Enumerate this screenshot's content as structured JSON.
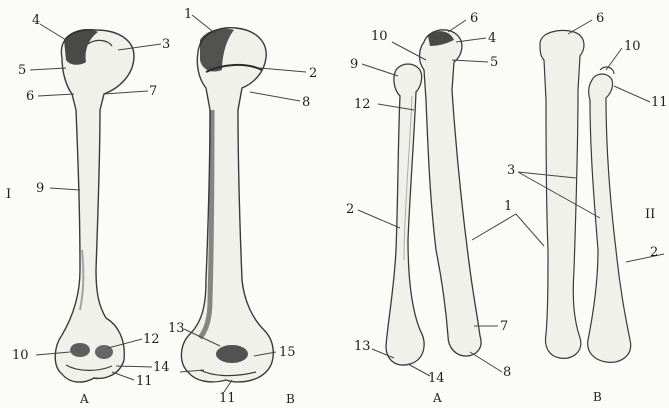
{
  "figure": {
    "section_left": "I",
    "section_right": "II"
  },
  "panels": [
    {
      "caption": "A"
    },
    {
      "caption": "B"
    },
    {
      "caption": "A"
    },
    {
      "caption": "B"
    }
  ],
  "labels": {
    "humerus_a": [
      "4",
      "3",
      "5",
      "6",
      "7",
      "9",
      "10",
      "12",
      "14",
      "11"
    ],
    "humerus_b": [
      "1",
      "2",
      "8",
      "13",
      "15",
      "11"
    ],
    "forearm_a": [
      "6",
      "4",
      "10",
      "5",
      "9",
      "12",
      "2",
      "1",
      "7",
      "13",
      "14",
      "8"
    ],
    "forearm_b": [
      "6",
      "10",
      "11",
      "3",
      "II",
      "2"
    ]
  },
  "colors": {
    "bone_fill": "#f1f1ec",
    "outline": "#3a3a3a",
    "shadow": "#2b2b2b",
    "leader": "#444444"
  }
}
